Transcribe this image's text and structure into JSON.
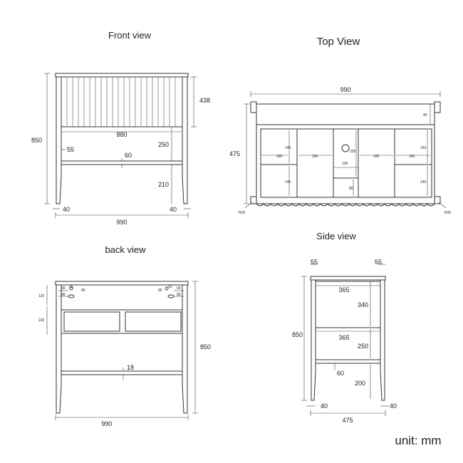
{
  "views": {
    "front": {
      "title": "Front view",
      "dims": {
        "height_top": "438",
        "width_inner": "880",
        "total_height": "850",
        "gap_55": "55",
        "rail_60": "60",
        "h_250": "250",
        "h_210": "210",
        "leg_left": "40",
        "leg_right": "40",
        "width": "990"
      }
    },
    "top": {
      "title": "Top View",
      "dims": {
        "width": "990",
        "depth": "475",
        "d45": "45",
        "d143a": "143",
        "d160a": "160",
        "d160b": "160",
        "d235": "235",
        "d160c": "160",
        "d160d": "160",
        "d143b": "143",
        "d135": "135",
        "d145a": "145",
        "d80": "80",
        "d145b": "145",
        "r25a": "R25",
        "r25b": "R25"
      }
    },
    "back": {
      "title": "back view",
      "dims": {
        "d120": "120",
        "d220": "220",
        "d90a": "90",
        "d25a": "25",
        "d80a": "80",
        "d90b": "90",
        "d80b": "80",
        "d25b": "25",
        "d90c": "90",
        "d90d": "90",
        "height": "850",
        "rail_18": "18",
        "width": "990"
      }
    },
    "side": {
      "title": "Side view",
      "dims": {
        "d55a": "55",
        "d55b": "55",
        "d365a": "365",
        "d340": "340",
        "height": "850",
        "d365b": "365",
        "d250": "250",
        "d60": "60",
        "d200": "200",
        "leg_left": "40",
        "leg_right": "40",
        "depth": "475"
      }
    }
  },
  "unit_label": "unit: mm"
}
